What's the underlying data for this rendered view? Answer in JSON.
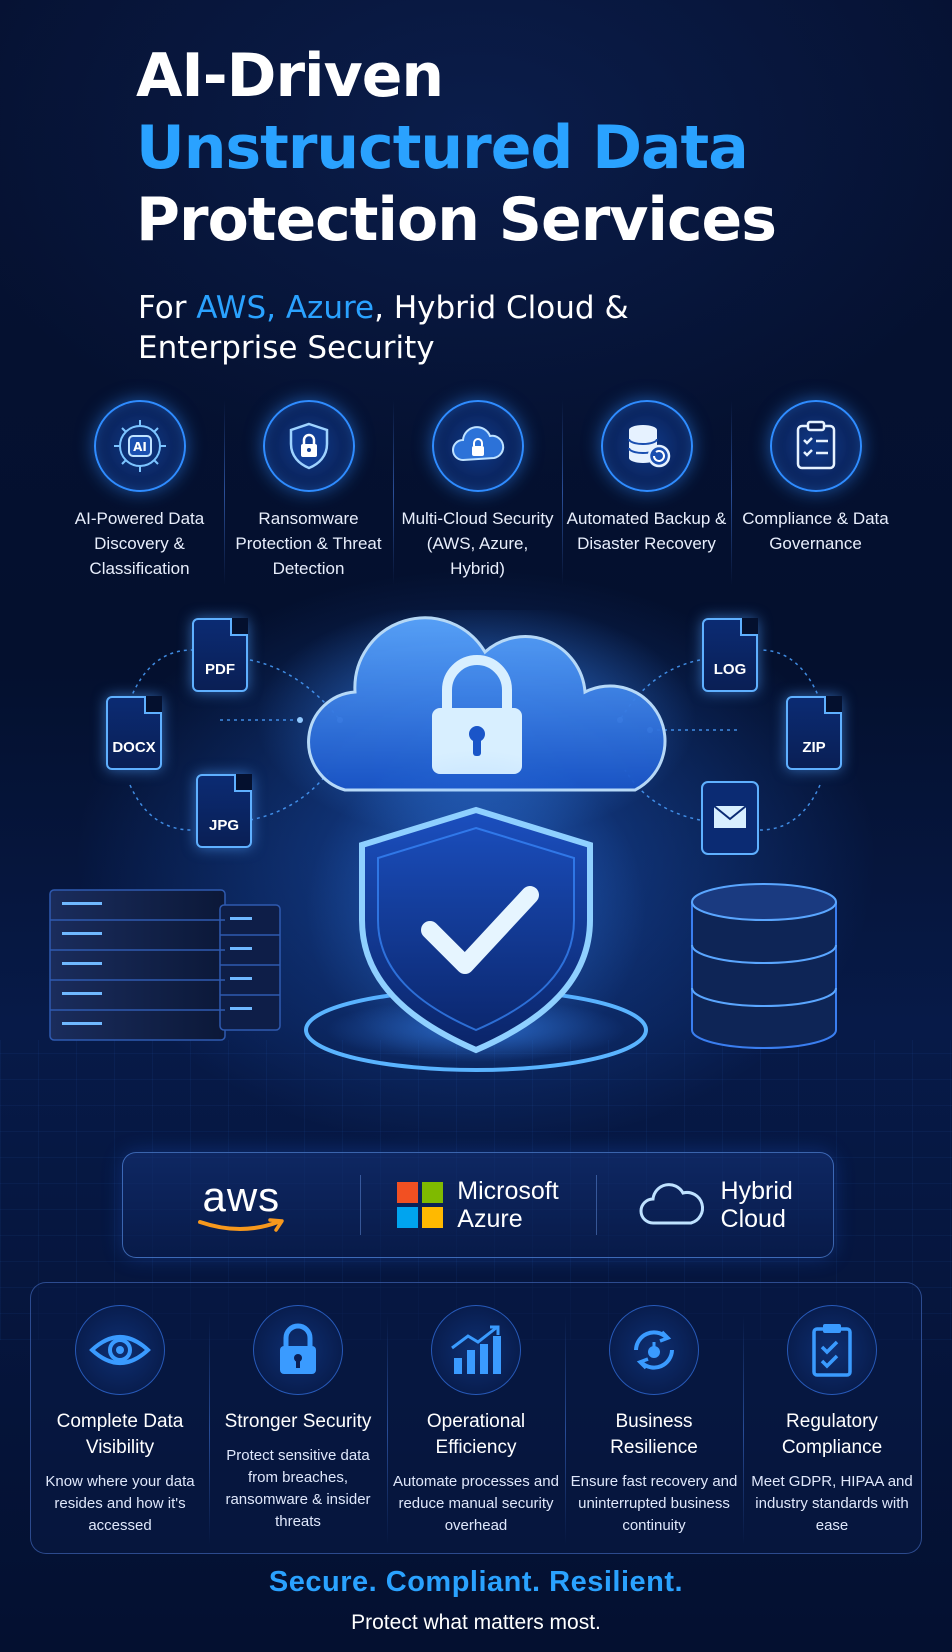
{
  "colors": {
    "background": "#04102e",
    "accent": "#2aa2ff",
    "icon_blue": "#2f8cff",
    "aws_orange": "#f7981d",
    "ms_red": "#f25022",
    "ms_green": "#7fba00",
    "ms_blue": "#00a4ef",
    "ms_yellow": "#ffb900"
  },
  "title": {
    "line1": "AI-Driven",
    "line2": "Unstructured Data",
    "line3": "Protection Services"
  },
  "subtitle": {
    "prefix": "For ",
    "accent": "AWS, Azure",
    "rest_line1": ", Hybrid Cloud &",
    "line2": "Enterprise Security"
  },
  "features": [
    {
      "icon": "ai-chip-icon",
      "label": "AI-Powered Data Discovery & Classification"
    },
    {
      "icon": "shield-lock-icon",
      "label": "Ransomware Protection & Threat Detection"
    },
    {
      "icon": "cloud-lock-icon",
      "label": "Multi-Cloud Security (AWS, Azure, Hybrid)"
    },
    {
      "icon": "database-backup-icon",
      "label": "Automated Backup & Disaster Recovery"
    },
    {
      "icon": "clipboard-checklist-icon",
      "label": "Compliance & Data Governance"
    }
  ],
  "file_types": {
    "pdf": "PDF",
    "docx": "DOCX",
    "jpg": "JPG",
    "log": "LOG",
    "zip": "ZIP"
  },
  "providers": {
    "aws": "aws",
    "azure_line1": "Microsoft",
    "azure_line2": "Azure",
    "hybrid_line1": "Hybrid",
    "hybrid_line2": "Cloud"
  },
  "benefits": [
    {
      "icon": "eye-icon",
      "title": "Complete Data Visibility",
      "desc": "Know where your data resides and how it's accessed"
    },
    {
      "icon": "padlock-icon",
      "title": "Stronger Security",
      "desc": "Protect sensitive data from breaches, ransomware & insider threats"
    },
    {
      "icon": "growth-chart-icon",
      "title": "Operational Efficiency",
      "desc": "Automate processes and reduce manual security overhead"
    },
    {
      "icon": "recovery-cycle-icon",
      "title": "Business Resilience",
      "desc": "Ensure fast recovery and uninterrupted business continuity"
    },
    {
      "icon": "clipboard-check-icon",
      "title": "Regulatory Compliance",
      "desc": "Meet GDPR, HIPAA and industry standards with ease"
    }
  ],
  "tagline": "Secure. Compliant. Resilient.",
  "sub_tagline": "Protect what matters most."
}
